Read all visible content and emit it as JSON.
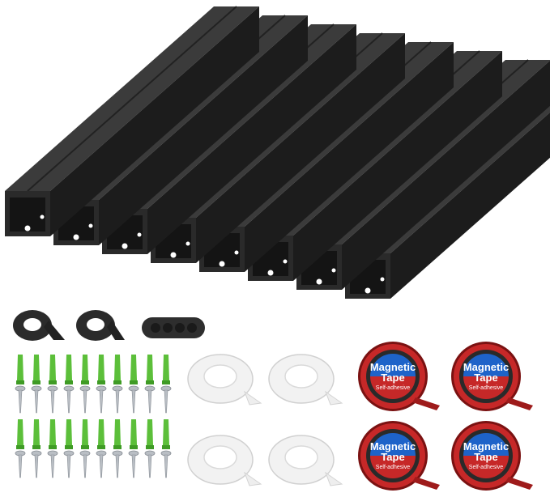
{
  "product": {
    "tape_label_line1": "Magnetic",
    "tape_label_line2": "Tape",
    "tape_sublabel": "Self-adhesive"
  },
  "colors": {
    "raceway": "#2a2a2a",
    "raceway_top": "#3b3b3b",
    "raceway_side": "#1c1c1c",
    "anchor_green": "#5cbf3a",
    "screw": "#b9bec4",
    "tape_red": "#c62828",
    "tape_blue": "#1e63c9",
    "tape_white": "#f2f2f2"
  },
  "icons": [
    "cable-raceway-channel",
    "velcro-tie-roll",
    "cable-clip",
    "wall-anchor",
    "screw",
    "white-adhesive-tape-roll",
    "magnetic-tape-roll"
  ]
}
